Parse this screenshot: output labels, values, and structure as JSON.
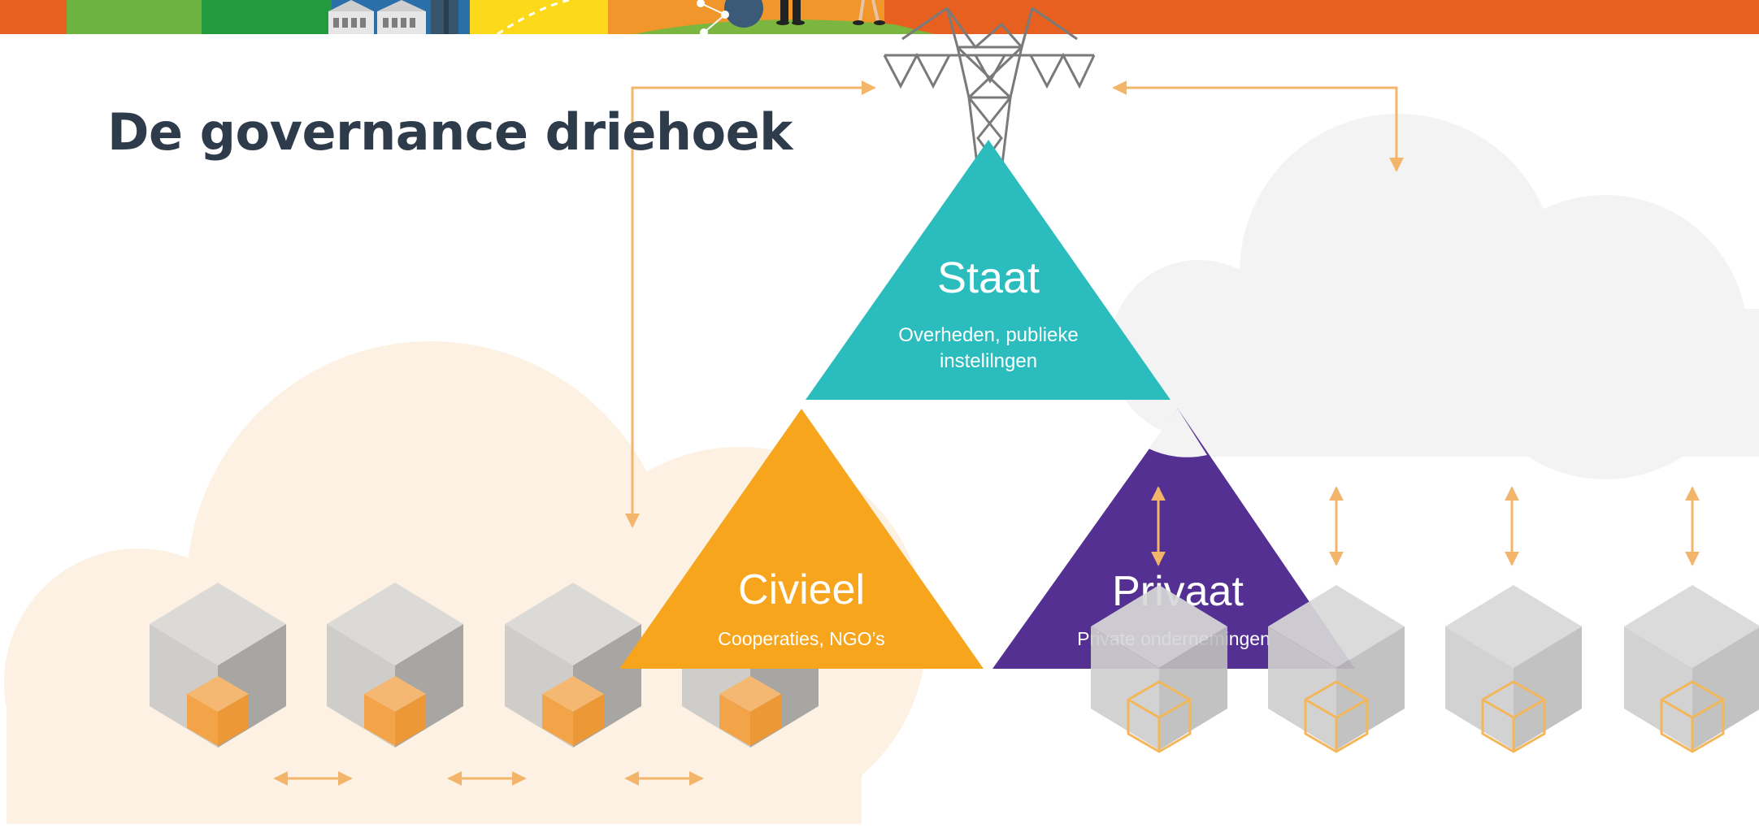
{
  "slide": {
    "title": "De governance driehoek"
  },
  "triangles": {
    "staat": {
      "title": "Staat",
      "subtitle_line1": "Overheden, publieke",
      "subtitle_line2": "instelilngen",
      "color": "#2bbcbe"
    },
    "civieel": {
      "title": "Civieel",
      "subtitle": "Cooperaties, NGO’s",
      "color": "#f6a51c"
    },
    "privaat": {
      "title": "Privaat",
      "subtitle": "Private ondernemingen",
      "color": "#533091"
    }
  },
  "colors": {
    "banner_orange": "#e8601f",
    "banner_green_light": "#6db33f",
    "banner_green_dark": "#249a3e",
    "banner_yellow": "#fdd91c",
    "civil_cloud": "#fcf1e2",
    "private_cloud": "#f3f3f3",
    "arrow": "#f3b56a",
    "tower": "#7a7a7a",
    "title_text": "#2e3b4a"
  },
  "icons": {
    "tower": "power-pylon-icon",
    "civil_blocks": "solid-cube-block-icon",
    "private_blocks": "outline-cube-block-icon"
  }
}
